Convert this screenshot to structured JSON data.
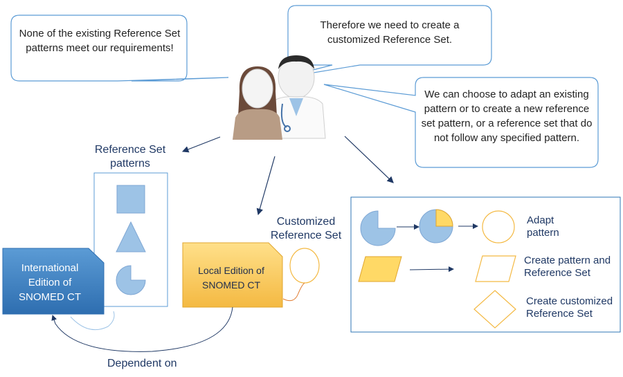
{
  "bubbles": {
    "left": "None of the existing Reference Set patterns meet our requirements!",
    "top": "Therefore we need to create a customized Reference Set.",
    "right": "We can choose to adapt an existing pattern or to create a new reference set pattern, or a reference set that do not follow any specified pattern."
  },
  "patterns_box": {
    "title": "Reference Set patterns"
  },
  "documents": {
    "international": "International Edition of SNOMED CT",
    "local": "Local Edition of SNOMED CT"
  },
  "customized_label": "Customized Reference Set",
  "dependent_label": "Dependent on",
  "options": {
    "adapt": "Adapt pattern",
    "create_pattern": "Create pattern and Reference Set",
    "create_customized": "Create customized Reference Set"
  },
  "colors": {
    "bubble_border": "#5b9bd5",
    "blue_shape": "#9dc3e6",
    "orange_shape": "#ffd966",
    "doc_blue": "#2e75b6",
    "doc_orange": "#f4b942",
    "arrow": "#1f3864"
  }
}
